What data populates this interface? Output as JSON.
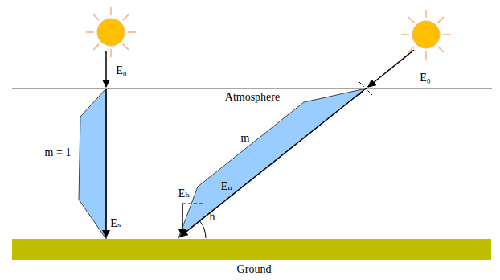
{
  "diagram": {
    "labels": [
      "E₀",
      "Atmosphere",
      "E₀",
      "m = 1",
      "m",
      "Eₕ",
      "Eₙ",
      "Eₛ",
      "h",
      "Ground"
    ]
  }
}
